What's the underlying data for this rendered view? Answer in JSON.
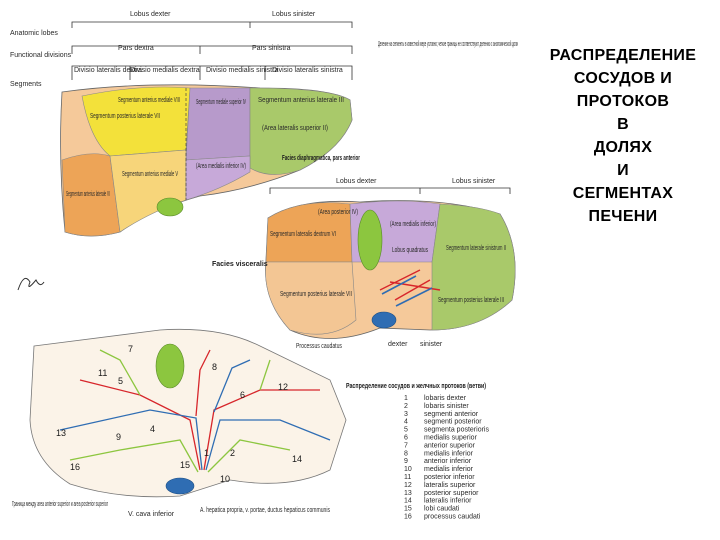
{
  "title_lines": [
    "РАСПРЕДЕЛЕНИЕ",
    "СОСУДОВ И",
    "ПРОТОКОВ",
    "В",
    "ДОЛЯХ",
    "И",
    "СЕГМЕНТАХ",
    "ПЕЧЕНИ"
  ],
  "colors": {
    "yellow": "#f3e13a",
    "purple": "#b79acb",
    "green": "#a9c96a",
    "orange": "#eda457",
    "peach": "#f5c99a",
    "gallbladder": "#8cc63f",
    "portal_blue": "#2f6db3",
    "artery_red": "#d7262b"
  },
  "figure_top": {
    "header_left": [
      "Lobus dexter",
      "Lobus sinister"
    ],
    "pars": [
      "Pars dextra",
      "Pars sinistra"
    ],
    "divisio": [
      "Divisio lateralis dextra",
      "Divisio medialis dextra",
      "Divisio medialis sinistra",
      "Divisio lateralis sinistra"
    ],
    "left_labels": [
      "Anatomic lobes",
      "Functional divisions",
      "Segments"
    ],
    "note": "Деление на сегменты в известной мере условно; четкие границы не соответствуют делению с анатомической доли",
    "segments": [
      "Segmentum posterius laterale VII",
      "Segmentum anterius mediale VIII",
      "Segmentum anterius laterale VI",
      "Segmentum anterius mediale V",
      "Segmentum mediale superior IV",
      "(Area medialis inferior IV)",
      "Segmentum anterius laterale III",
      "(Area lateralis superior II)"
    ],
    "facies_label": "Facies diaphragmatica, pars anterior"
  },
  "figure_middle": {
    "lobes": [
      "Lobus dexter",
      "Lobus sinister"
    ],
    "facies_label": "Facies visceralis",
    "segments": [
      "(Area posterior IV)",
      "Segmentum lateralis dextrum VI",
      "(Area medialis inferior)",
      "Lobus quadratus",
      "Segmentum posterius laterale VII",
      "Segmentum laterale sinistrum II",
      "Segmentum posterius laterale III",
      "Processus caudatus",
      "dexter",
      "sinister"
    ]
  },
  "figure_bottom": {
    "legend_title": "Распределение сосудов и желчных протоков (ветви)",
    "legend_items": [
      {
        "n": "1",
        "label": "lobaris dexter"
      },
      {
        "n": "2",
        "label": "lobaris sinister"
      },
      {
        "n": "3",
        "label": "segmenti anterior"
      },
      {
        "n": "4",
        "label": "segmenti posterior"
      },
      {
        "n": "5",
        "label": "segmenta posterioris"
      },
      {
        "n": "6",
        "label": "medialis superior"
      },
      {
        "n": "7",
        "label": "anterior superior"
      },
      {
        "n": "8",
        "label": "medialis inferior"
      },
      {
        "n": "9",
        "label": "anterior inferior"
      },
      {
        "n": "10",
        "label": "medialis inferior"
      },
      {
        "n": "11",
        "label": "posterior inferior"
      },
      {
        "n": "12",
        "label": "lateralis superior"
      },
      {
        "n": "13",
        "label": "posterior superior"
      },
      {
        "n": "14",
        "label": "lateralis inferior"
      },
      {
        "n": "15",
        "label": "lobi caudati"
      },
      {
        "n": "16",
        "label": "processus caudati"
      }
    ],
    "callouts": [
      "7",
      "11",
      "5",
      "8",
      "6",
      "12",
      "13",
      "9",
      "4",
      "16",
      "14",
      "15",
      "10",
      "2",
      "1"
    ],
    "bottom_labels": [
      "Граница между area anterior superior и area posterior superior",
      "V. cava inferior",
      "A. hepatica propria, v. portae, ductus hepaticus communis"
    ]
  }
}
